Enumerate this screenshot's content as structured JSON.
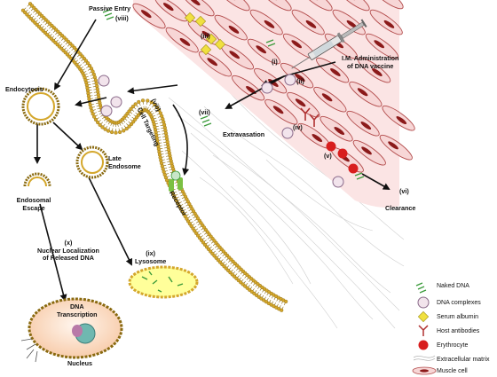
{
  "labels": {
    "passive_entry": "Passive Entry",
    "passive_entry_num": "(viii)",
    "endocytosis": "Endocytosis",
    "late_endosome": "Late Endosome",
    "endosomal_escape": "Endosomal Escape",
    "nuclear_localization": "(x)\nNuclear Localization\nof Released DNA",
    "lysosome": "(ix)\nLysosome",
    "dna_transcription": "DNA\nTranscription",
    "nucleus": "Nucleus",
    "receptor": "Receptor",
    "cell_targeting": "Cell Targeting",
    "cell_targeting_num": "(viii)",
    "extravasation": "Extravasation",
    "num_i": "(i)",
    "num_ii": "(ii)",
    "num_iii": "(iii)",
    "num_iv": "(iv)",
    "num_v": "(v)",
    "num_vi": "(vi)",
    "num_vii": "(vii)",
    "im_admin": "I.M. Administration\nof DNA vaccine",
    "clearance": "Clearance"
  },
  "legend": [
    {
      "icon": "naked-dna",
      "label": "Naked DNA"
    },
    {
      "icon": "dna-complex",
      "label": "DNA complexes"
    },
    {
      "icon": "serum-albumin",
      "label": "Serum albumin"
    },
    {
      "icon": "host-antibody",
      "label": "Host antibodies"
    },
    {
      "icon": "erythrocyte",
      "label": "Erythrocyte"
    },
    {
      "icon": "extracellular-matrix",
      "label": "Extracellular matrix"
    },
    {
      "icon": "muscle-cell",
      "label": "Muscle cell"
    }
  ],
  "colors": {
    "membrane_head": "#d4a72c",
    "membrane_edge": "#8a6a10",
    "muscle_fill": "#f7d6d6",
    "muscle_edge": "#b24a4a",
    "nucleus_dark": "#8b1a1a",
    "dna_green": "#3a9a3a",
    "albumin_yellow": "#f0e040",
    "erythrocyte_red": "#d81e1e",
    "antibody_red": "#b03030",
    "lysosome_fill": "#ffff9a",
    "nucleus_fill": "#fde4d0"
  }
}
